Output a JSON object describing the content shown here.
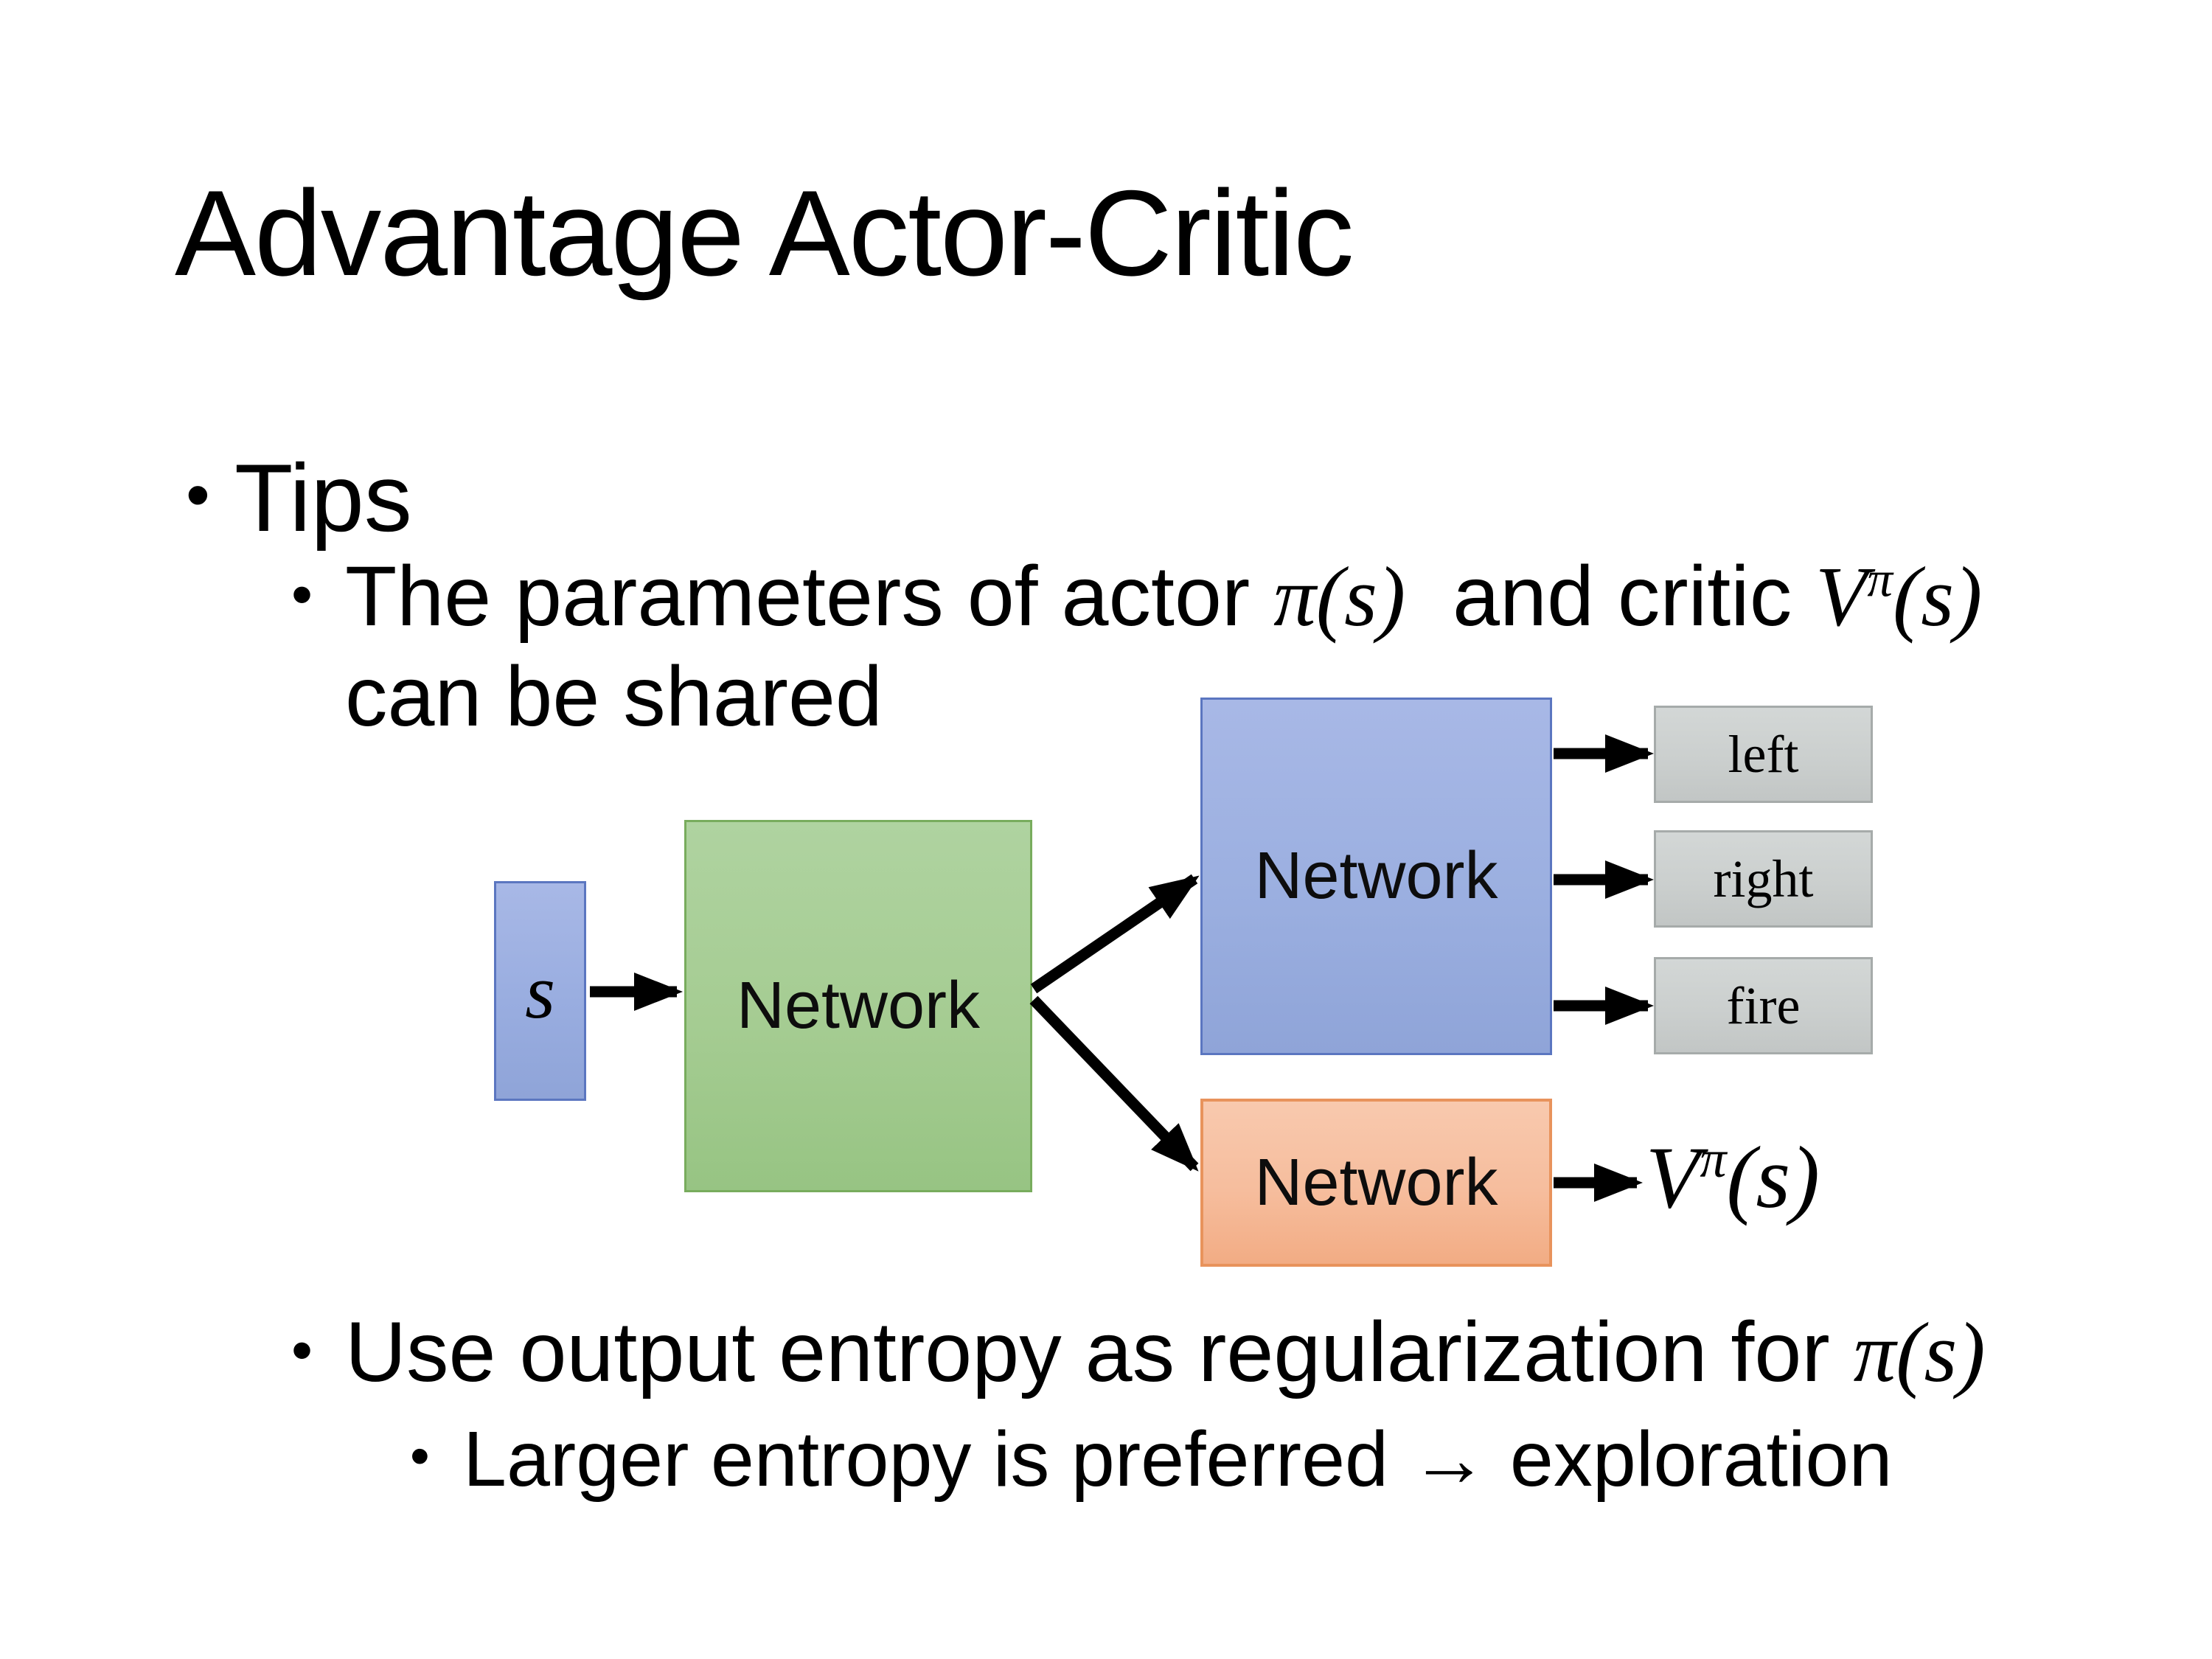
{
  "slide": {
    "title": "Advantage Actor-Critic",
    "bullet_glyph": "•",
    "tips_label": "Tips",
    "param_bullet": {
      "text1": "The parameters of actor ",
      "math_actor": "π(s)",
      "text2": "  and critic ",
      "critic_base": "V",
      "critic_sup": "π",
      "critic_rest": "(s)",
      "line2": "can be shared"
    },
    "entropy_bullet": {
      "text1": "Use output entropy as regularization for ",
      "math_actor": "π(s)"
    },
    "exploration_bullet": {
      "text": "Larger entropy is preferred → exploration"
    },
    "diagram": {
      "state_label": "s",
      "shared_network_label": "Network",
      "actor_network_label": "Network",
      "critic_network_label": "Network",
      "actions": [
        "left",
        "right",
        "fire"
      ],
      "value_output_base": "V",
      "value_output_sup": "π",
      "value_output_rest": "(s)",
      "colors": {
        "state_fill": "#9bafe0",
        "state_border": "#5b76c0",
        "shared_fill": "#a9ce96",
        "shared_border": "#78ac5d",
        "actor_fill": "#9bafe0",
        "actor_border": "#5b76c0",
        "critic_fill": "#f6bd9d",
        "critic_border": "#e8935c",
        "action_fill": "#cbcfce",
        "action_border": "#a6abaa",
        "arrow": "#000000",
        "background": "#ffffff"
      }
    }
  }
}
